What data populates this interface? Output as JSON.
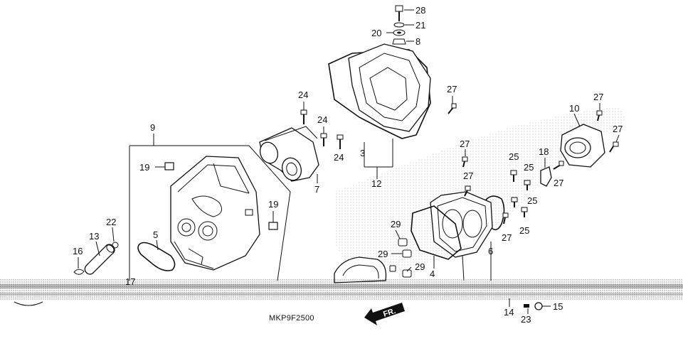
{
  "diagram": {
    "code": "MKP9F2500",
    "direction_label": "FR.",
    "part_numbers": [
      "28",
      "21",
      "20",
      "8",
      "27",
      "24",
      "24",
      "24",
      "3",
      "12",
      "7",
      "9",
      "19",
      "19",
      "22",
      "13",
      "5",
      "16",
      "17",
      "10",
      "27",
      "27",
      "18",
      "27",
      "25",
      "25",
      "25",
      "25",
      "27",
      "27",
      "27",
      "29",
      "29",
      "29",
      "4",
      "6",
      "14",
      "15",
      "23"
    ]
  }
}
